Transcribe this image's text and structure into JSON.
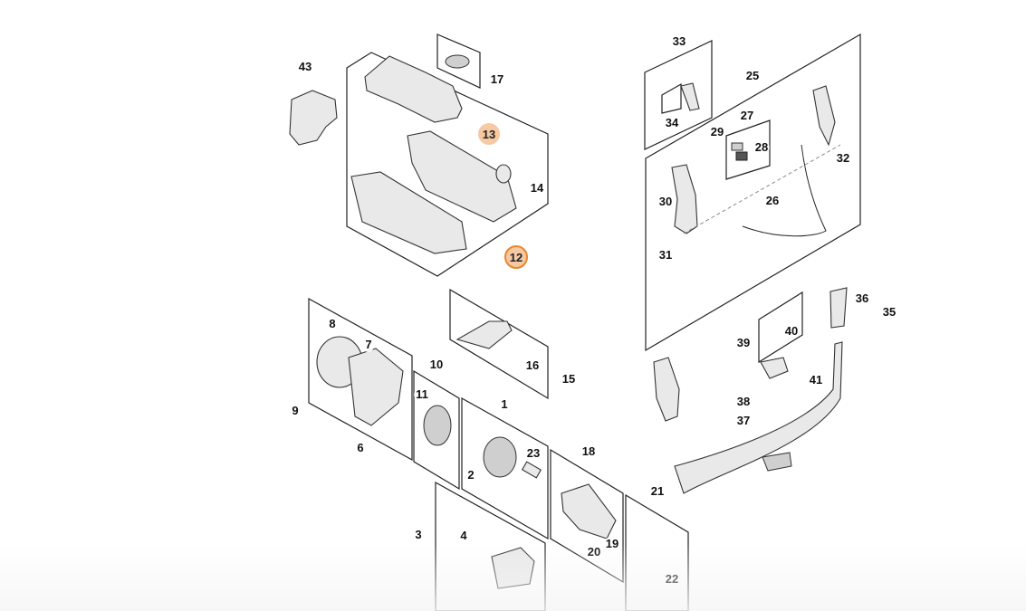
{
  "diagram": {
    "title": "Exploded parts diagram",
    "highlight_colors": {
      "fill": "#f6c9a3",
      "ring": "#e8862e"
    },
    "callouts": [
      {
        "id": "1",
        "label": "1"
      },
      {
        "id": "2",
        "label": "2"
      },
      {
        "id": "3",
        "label": "3"
      },
      {
        "id": "4",
        "label": "4"
      },
      {
        "id": "6",
        "label": "6"
      },
      {
        "id": "7",
        "label": "7"
      },
      {
        "id": "8",
        "label": "8"
      },
      {
        "id": "9",
        "label": "9"
      },
      {
        "id": "10",
        "label": "10"
      },
      {
        "id": "11",
        "label": "11"
      },
      {
        "id": "12",
        "label": "12",
        "highlight": "ring"
      },
      {
        "id": "13",
        "label": "13",
        "highlight": "soft"
      },
      {
        "id": "14",
        "label": "14"
      },
      {
        "id": "15",
        "label": "15"
      },
      {
        "id": "16",
        "label": "16"
      },
      {
        "id": "17",
        "label": "17"
      },
      {
        "id": "18",
        "label": "18"
      },
      {
        "id": "19",
        "label": "19"
      },
      {
        "id": "20",
        "label": "20"
      },
      {
        "id": "21",
        "label": "21"
      },
      {
        "id": "22",
        "label": "22"
      },
      {
        "id": "23",
        "label": "23"
      },
      {
        "id": "25",
        "label": "25"
      },
      {
        "id": "26",
        "label": "26"
      },
      {
        "id": "27",
        "label": "27"
      },
      {
        "id": "28",
        "label": "28"
      },
      {
        "id": "29",
        "label": "29"
      },
      {
        "id": "30",
        "label": "30"
      },
      {
        "id": "31",
        "label": "31"
      },
      {
        "id": "32",
        "label": "32"
      },
      {
        "id": "33",
        "label": "33"
      },
      {
        "id": "34",
        "label": "34"
      },
      {
        "id": "35",
        "label": "35"
      },
      {
        "id": "36",
        "label": "36"
      },
      {
        "id": "37",
        "label": "37"
      },
      {
        "id": "38",
        "label": "38"
      },
      {
        "id": "39",
        "label": "39"
      },
      {
        "id": "40",
        "label": "40"
      },
      {
        "id": "41",
        "label": "41"
      },
      {
        "id": "43",
        "label": "43"
      }
    ]
  }
}
